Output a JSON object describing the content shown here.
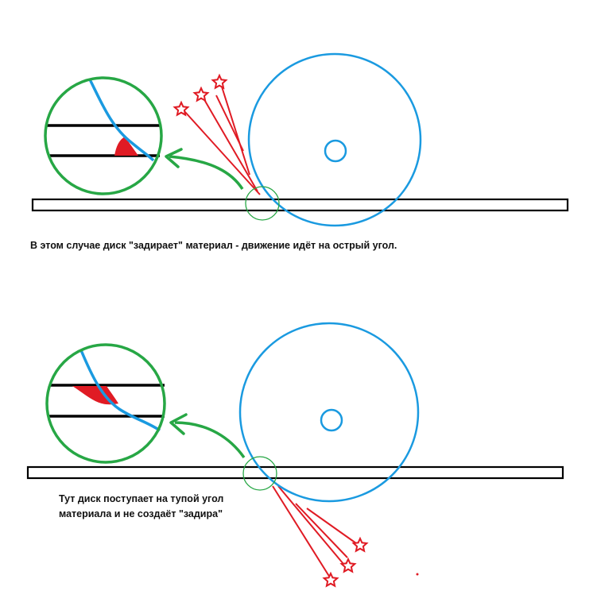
{
  "captions": {
    "top": "В этом случае диск \"задирает\" материал - движение идёт на острый угол.",
    "bottom_line1": "Тут диск поступает на тупой угол",
    "bottom_line2": "материала и не создаёт \"задира\""
  },
  "colors": {
    "disc": "#1a9ae0",
    "zoom_circle": "#27a745",
    "arrow": "#27a745",
    "sparks": "#e01b24",
    "burr": "#e01b24",
    "material": "#000000",
    "background": "#ffffff"
  },
  "icons": {
    "spark": "star-outline-icon",
    "arrow": "curved-arrow-icon"
  }
}
